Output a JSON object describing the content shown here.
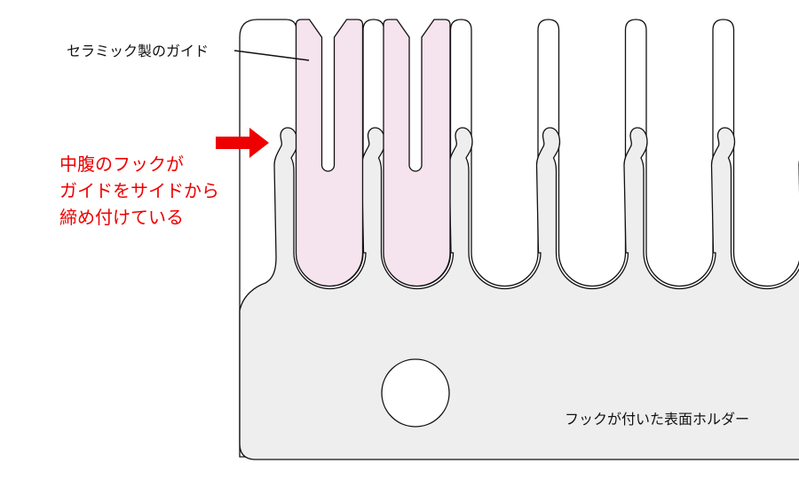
{
  "labels": {
    "ceramic_guide": "セラミック製のガイド",
    "hook_note_lines": [
      "中腹のフックが",
      "ガイドをサイドから",
      "締め付けている"
    ],
    "holder": "フックが付いた表面ホルダー"
  },
  "colors": {
    "guide_fill": "#f5e3ee",
    "holder_fill": "#eeeeee",
    "frame_fill": "#ffffff",
    "outline": "#111111",
    "annotation_red": "#ee0000"
  },
  "structure": {
    "slot_count_visible": 6,
    "guides_shown": 2
  }
}
